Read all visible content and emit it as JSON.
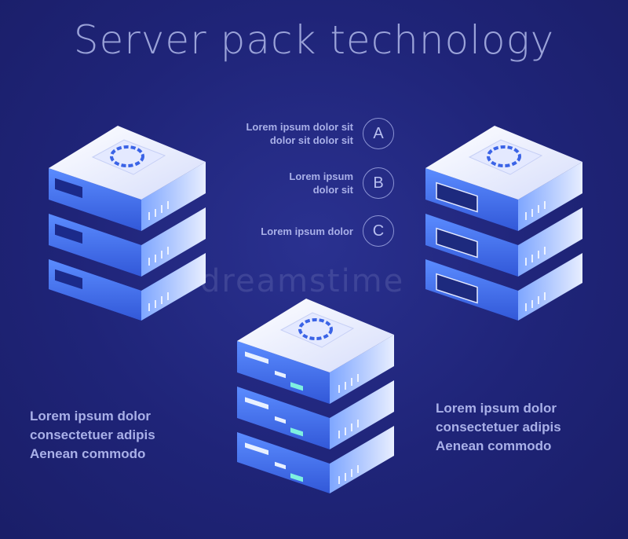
{
  "title": "Server pack technology",
  "options": [
    {
      "text": "Lorem ipsum dolor sit\ndolor sit  dolor sit",
      "letter": "A"
    },
    {
      "text": "Lorem ipsum\ndolor sit",
      "letter": "B"
    },
    {
      "text": "Lorem ipsum dolor",
      "letter": "C"
    }
  ],
  "left_paragraph": [
    "Lorem ipsum dolor",
    "consectetuer adipis",
    "Aenean commodo"
  ],
  "right_paragraph": [
    "Lorem ipsum dolor",
    "consectetuer adipis",
    "Aenean commodo"
  ],
  "watermark": "dreamstime",
  "colors": {
    "background": "#1f2478",
    "server_top": "#eef1ff",
    "server_side": "#3a6cf0",
    "server_front": "#4b7df5",
    "text": "#a9b0e8"
  }
}
